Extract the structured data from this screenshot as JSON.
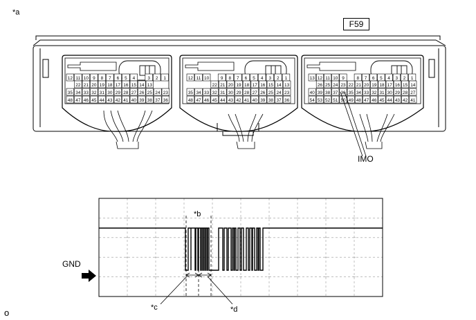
{
  "labels": {
    "figure_marker": "*a",
    "connector_code": "F59",
    "terminal_name": "IMO",
    "ground": "GND",
    "callout_b": "*b",
    "callout_c": "*c",
    "callout_d": "*d",
    "corner_mark": "o"
  },
  "connectors": [
    {
      "rows": [
        [
          "12",
          "11",
          "10",
          "9",
          "8",
          "7",
          "6",
          "5",
          "4",
          "",
          "3",
          "2",
          "1"
        ],
        [
          "22",
          "21",
          "20",
          "19",
          "18",
          "17",
          "16",
          "15",
          "14",
          "13"
        ],
        [
          "35",
          "34",
          "33",
          "32",
          "31",
          "30",
          "29",
          "28",
          "27",
          "26",
          "25",
          "24",
          "23"
        ],
        [
          "48",
          "47",
          "46",
          "45",
          "44",
          "43",
          "42",
          "41",
          "40",
          "39",
          "38",
          "37",
          "36"
        ]
      ]
    },
    {
      "rows": [
        [
          "12",
          "11",
          "10",
          "",
          "9",
          "8",
          "7",
          "6",
          "5",
          "4",
          "3",
          "2",
          "1"
        ],
        [
          "22",
          "21",
          "20",
          "19",
          "18",
          "17",
          "16",
          "15",
          "14",
          "13"
        ],
        [
          "35",
          "34",
          "33",
          "32",
          "31",
          "30",
          "29",
          "28",
          "27",
          "26",
          "25",
          "24",
          "23"
        ],
        [
          "48",
          "47",
          "46",
          "45",
          "44",
          "43",
          "42",
          "41",
          "40",
          "39",
          "38",
          "37",
          "36"
        ]
      ]
    },
    {
      "rows": [
        [
          "13",
          "12",
          "11",
          "10",
          "9",
          "",
          "8",
          "7",
          "6",
          "5",
          "4",
          "3",
          "2",
          "1"
        ],
        [
          "26",
          "25",
          "24",
          "23",
          "22",
          "21",
          "20",
          "19",
          "18",
          "17",
          "16",
          "15",
          "14"
        ],
        [
          "40",
          "39",
          "38",
          "37",
          "36",
          "35",
          "34",
          "33",
          "32",
          "31",
          "30",
          "29",
          "28",
          "27"
        ],
        [
          "54",
          "53",
          "52",
          "51",
          "50",
          "49",
          "48",
          "47",
          "46",
          "45",
          "44",
          "43",
          "42",
          "41"
        ]
      ]
    }
  ],
  "colors": {
    "line": "#000000",
    "grid": "#8c8c8c",
    "pin_fill": "#ffffff"
  }
}
